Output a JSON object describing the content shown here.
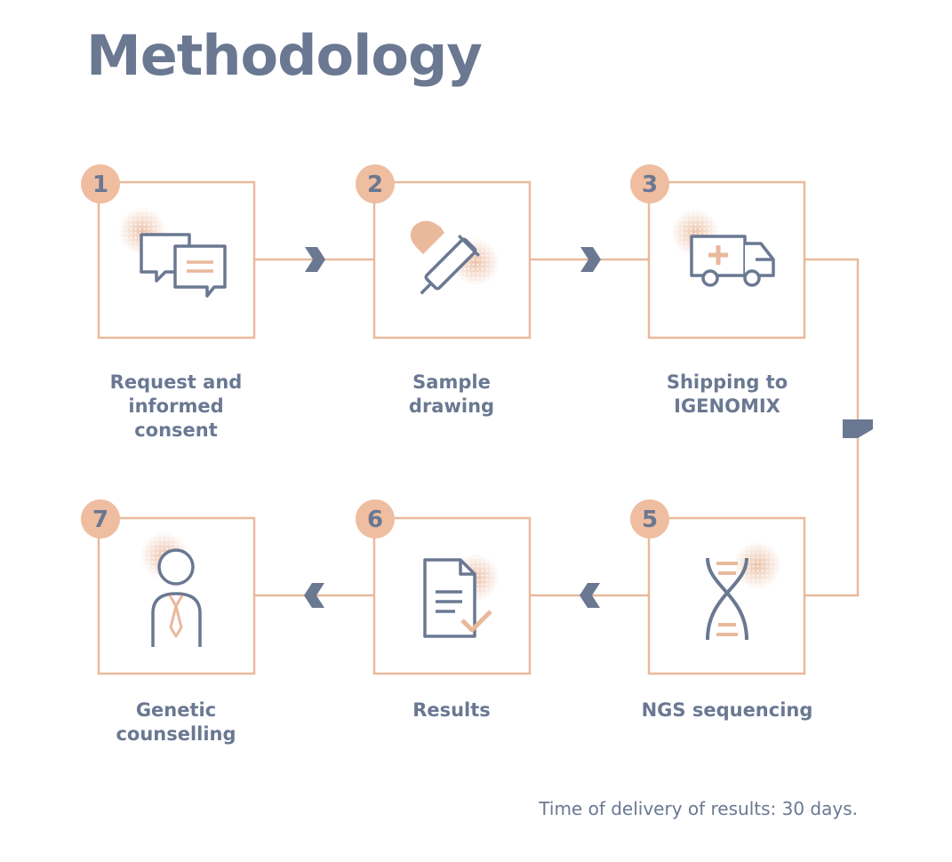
{
  "title": "Methodology",
  "colors": {
    "accent": "#e9b99c",
    "badge": "#efbda0",
    "text": "#6a7892"
  },
  "steps": [
    {
      "number": "1",
      "label_lines": [
        "Request and",
        "informed",
        "consent"
      ]
    },
    {
      "number": "2",
      "label_lines": [
        "Sample",
        "drawing"
      ]
    },
    {
      "number": "3",
      "label_lines": [
        "Shipping to",
        "IGENOMIX"
      ]
    },
    {
      "number": "5",
      "label_lines": [
        "NGS sequencing"
      ]
    },
    {
      "number": "6",
      "label_lines": [
        "Results"
      ]
    },
    {
      "number": "7",
      "label_lines": [
        "Genetic",
        "counselling"
      ]
    }
  ],
  "footnote": "Time of delivery of results: 30 days."
}
